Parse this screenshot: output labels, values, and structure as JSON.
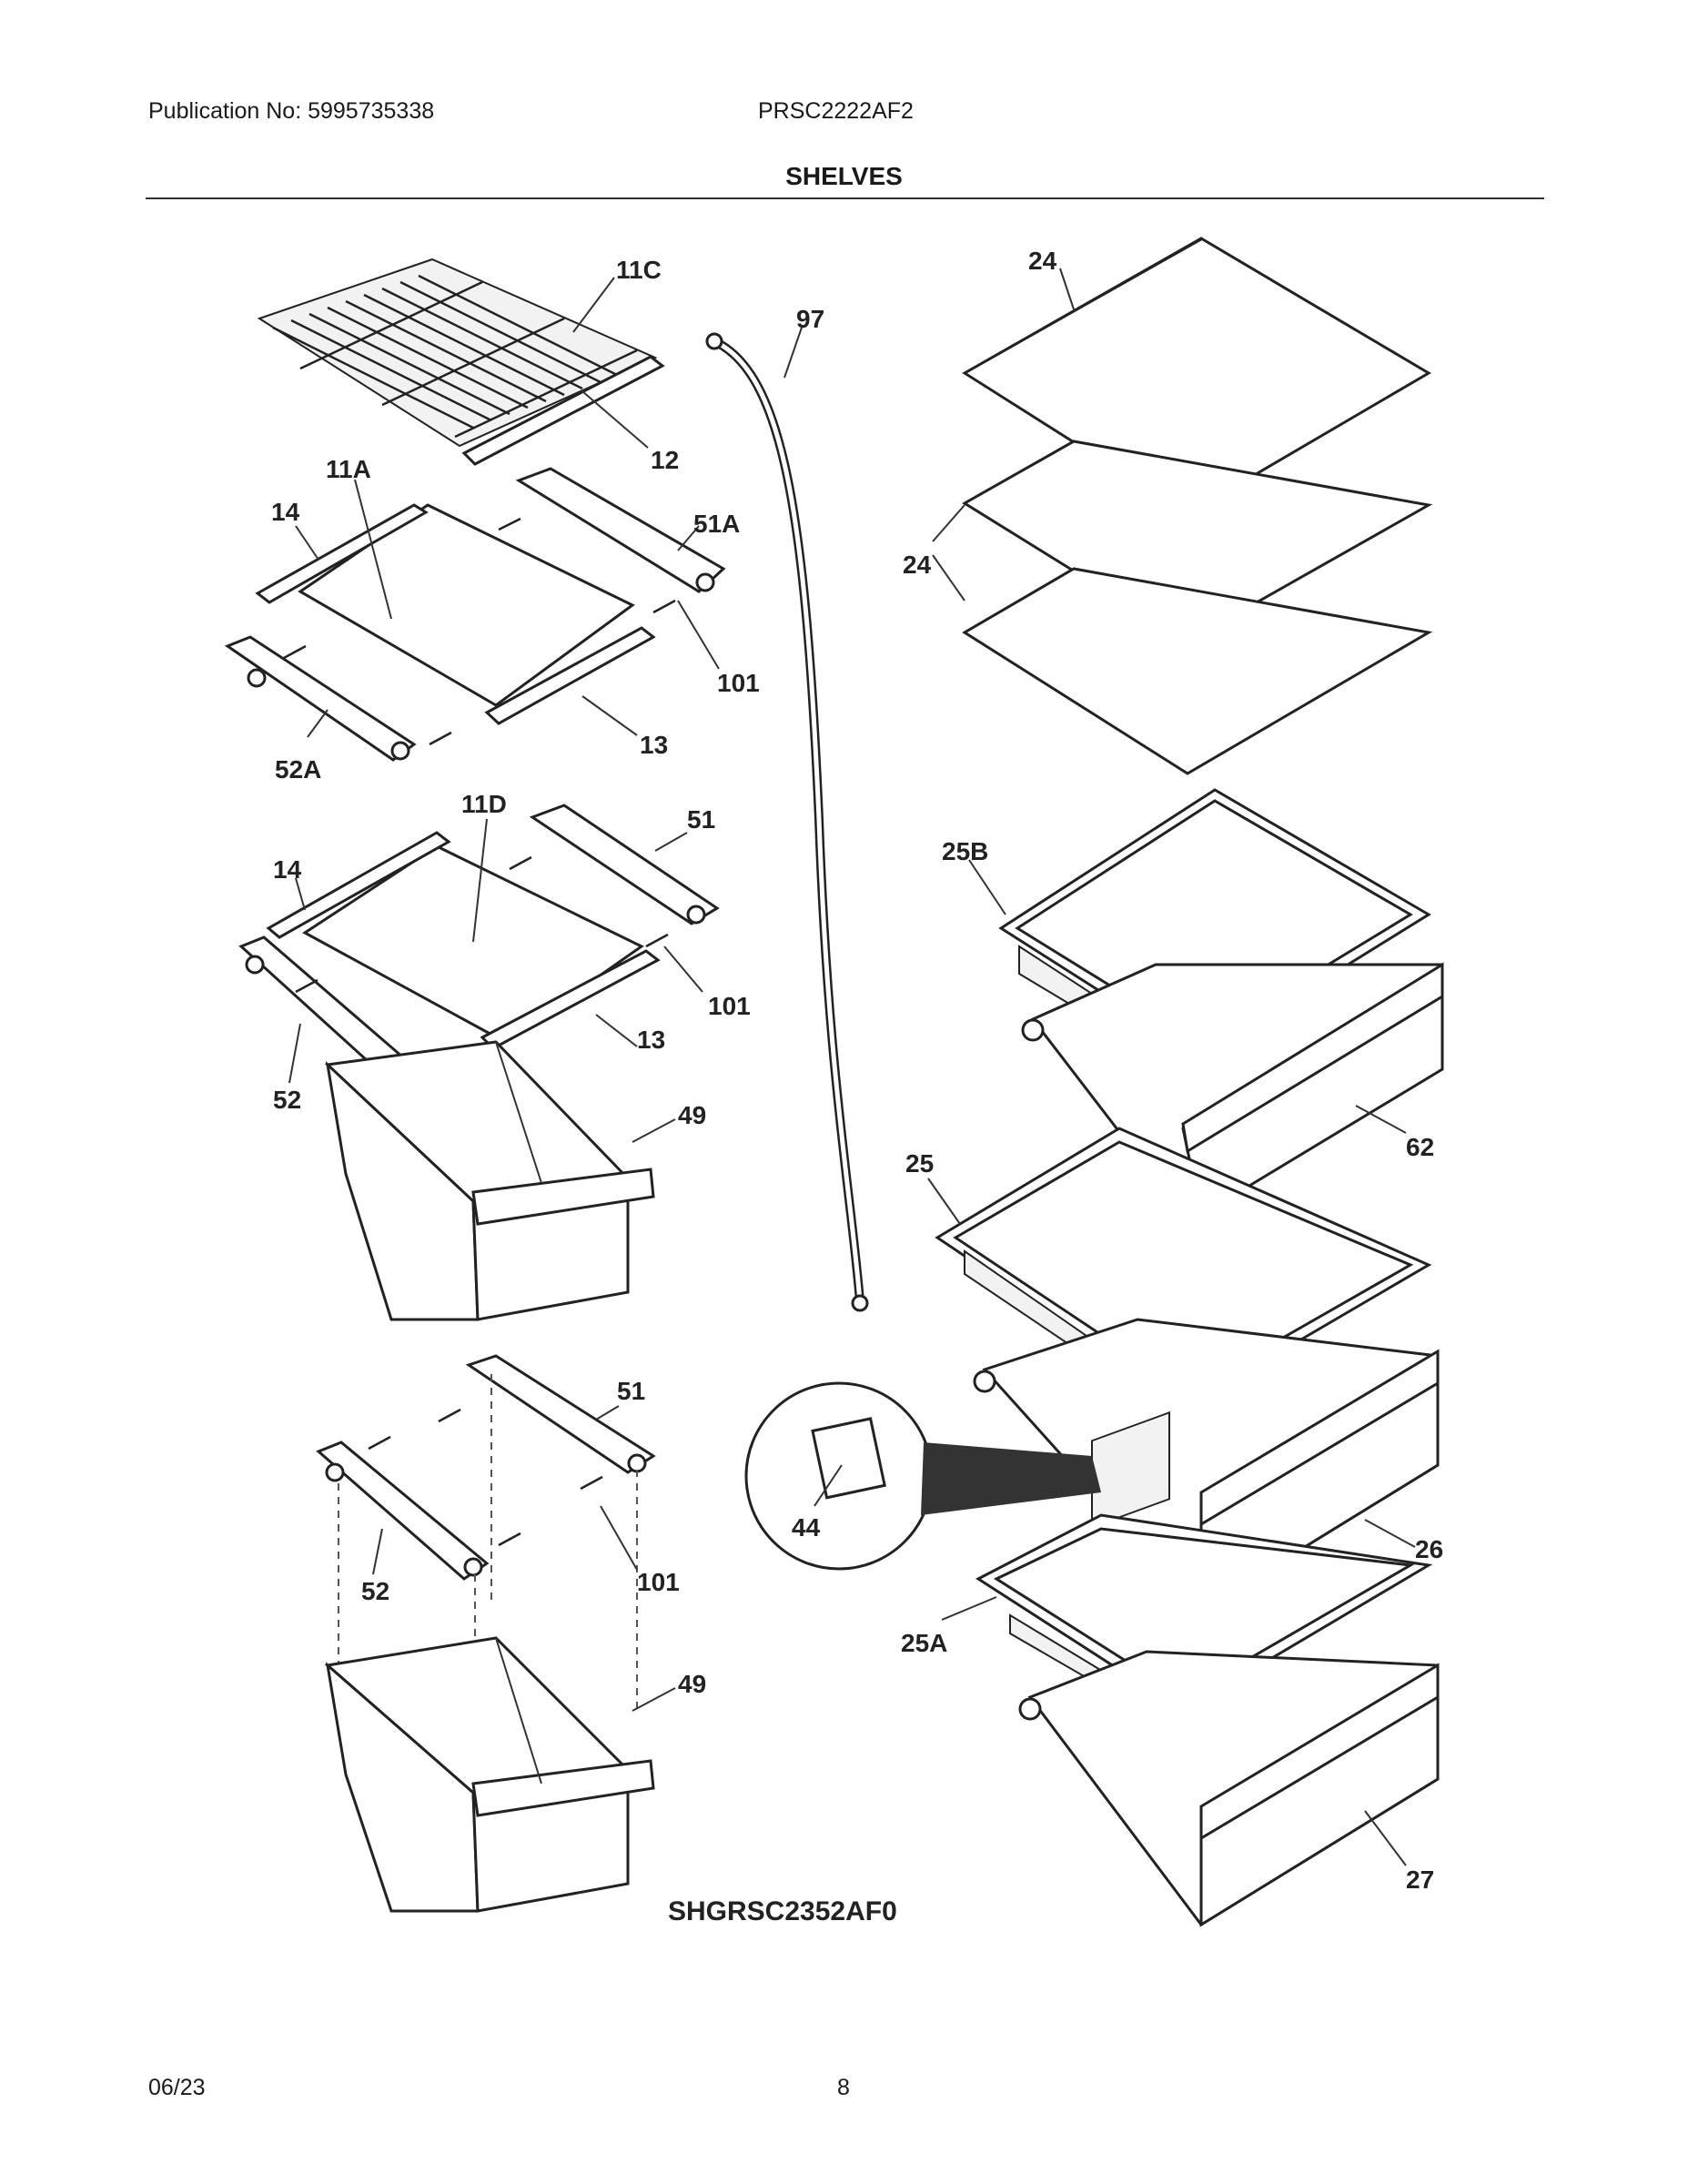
{
  "header": {
    "publication": "Publication No:  5995735338",
    "model": "PRSC2222AF2",
    "section_title": "SHELVES"
  },
  "footer": {
    "date": "06/23",
    "page": "8"
  },
  "diagram": {
    "code": "SHGRSC2352AF0",
    "callouts": {
      "p11C": "11C",
      "p12": "12",
      "p11A": "11A",
      "p14a": "14",
      "p51A": "51A",
      "p101a": "101",
      "p13a": "13",
      "p52A": "52A",
      "p11D": "11D",
      "p51a": "51",
      "p14b": "14",
      "p101b": "101",
      "p13b": "13",
      "p52a": "52",
      "p49a": "49",
      "p51b": "51",
      "p101c": "101",
      "p52b": "52",
      "p49b": "49",
      "p97": "97",
      "p24a": "24",
      "p24b": "24",
      "p25B": "25B",
      "p62": "62",
      "p25": "25",
      "p44": "44",
      "p26": "26",
      "p25A": "25A",
      "p27": "27"
    }
  }
}
